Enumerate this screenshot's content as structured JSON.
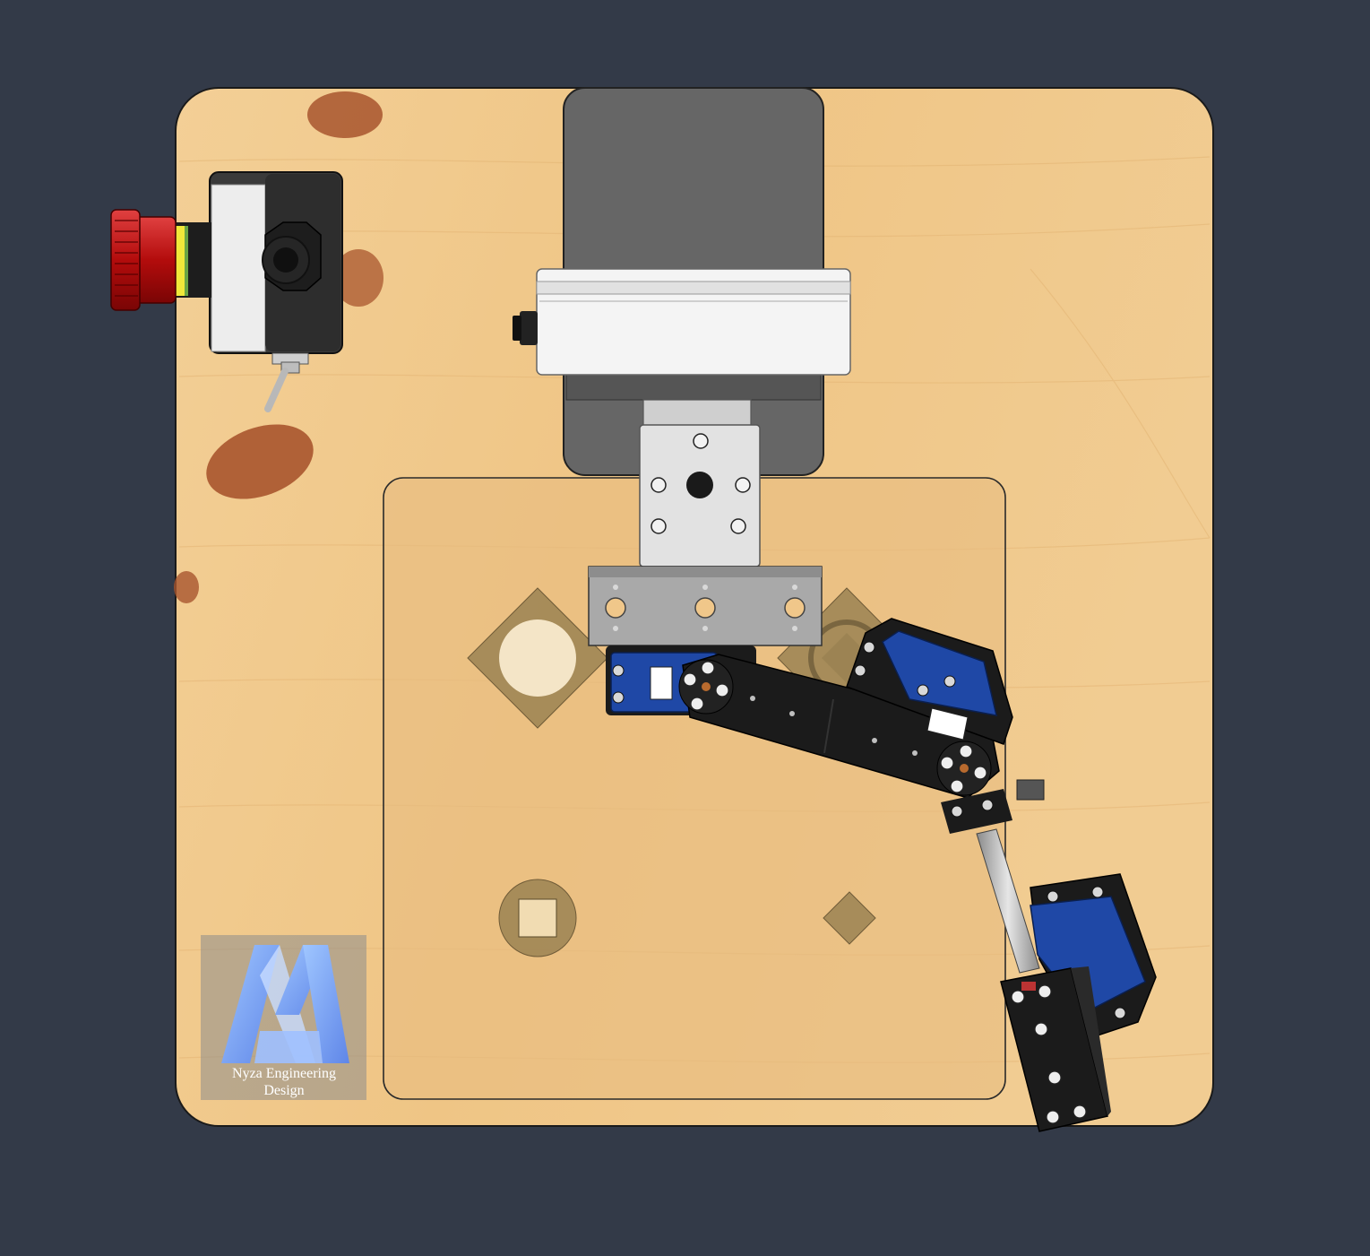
{
  "scene": {
    "background_color": "#333a48",
    "board_color": "#f0c78a",
    "board_edge_color": "#1a1a1a",
    "knot_color": "#a8552e",
    "inner_plate_color": "#e3b97c",
    "target_shape_color": "#9c8353",
    "robot_arm_color": "#1b1b1b",
    "servo_color": "#1f48a6",
    "bracket_color": "#a9a9a9",
    "enclosure_color": "#666666",
    "estop_color": "#cc1111"
  },
  "components": {
    "estop_box": {
      "icon": "emergency-stop-button"
    },
    "control_enclosure": {
      "icon": "electronics-enclosure"
    },
    "robot_arm": {
      "icon": "robot-arm"
    },
    "targets": [
      "square-with-hole",
      "diamond-with-ring",
      "circle-with-square",
      "small-diamond"
    ]
  },
  "logo": {
    "line1": "Nyza Engineering",
    "line2": "Design",
    "icon": "nyza-logo-mark"
  }
}
